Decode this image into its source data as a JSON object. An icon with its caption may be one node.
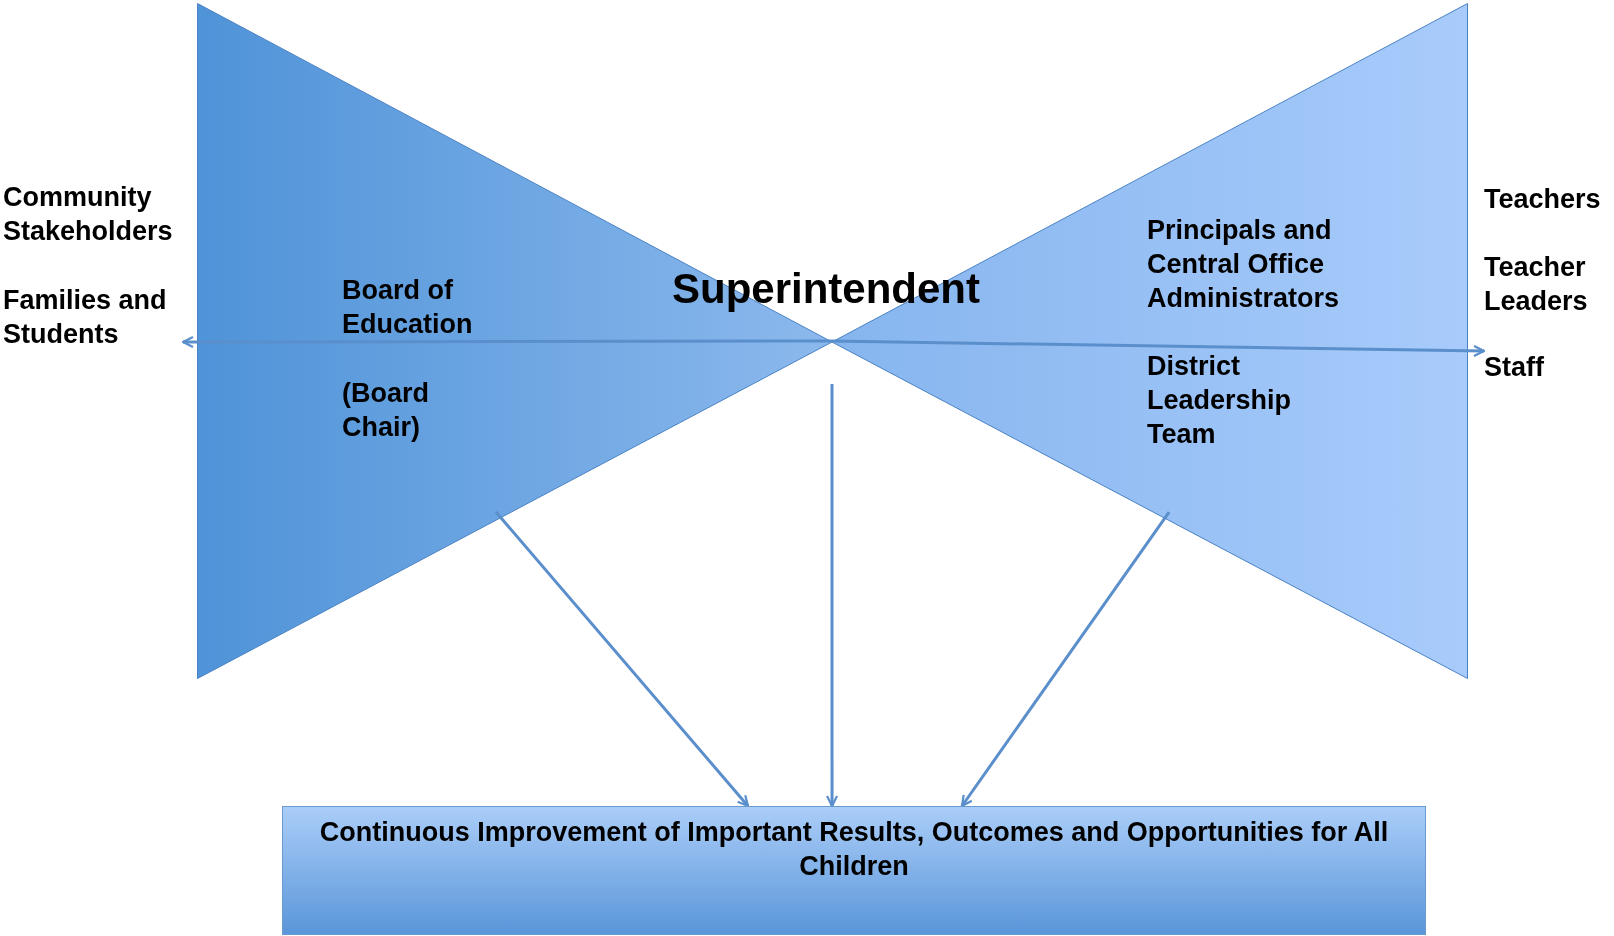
{
  "diagram": {
    "nodes": [
      {
        "text": [
          "Board of Education",
          "(Board Chair)"
        ]
      },
      {
        "text": [
          "Principals and Central Office Administrators",
          "District Leadership Team"
        ]
      },
      {
        "text": [
          "Superintendent"
        ]
      },
      {
        "text": [
          "Community Stakeholders"
        ]
      },
      {
        "text": [
          "Families and Students"
        ]
      },
      {
        "text": [
          "Teachers"
        ]
      },
      {
        "text": [
          "Teacher Leaders"
        ]
      },
      {
        "text": [
          "Staff"
        ]
      },
      {
        "text": [
          "Continuous Improvement of Important Results, Outcomes and Opportunities for All Children"
        ]
      }
    ],
    "edges": [
      {
        "from": 0,
        "to": 4,
        "arrow": "to"
      },
      {
        "from": 1,
        "to": 7,
        "arrow": "to"
      },
      {
        "from": 0,
        "to": 8,
        "arrow": "to"
      },
      {
        "from": null,
        "to": 8,
        "arrow": "to"
      },
      {
        "from": 1,
        "to": 8,
        "arrow": "to"
      }
    ]
  }
}
